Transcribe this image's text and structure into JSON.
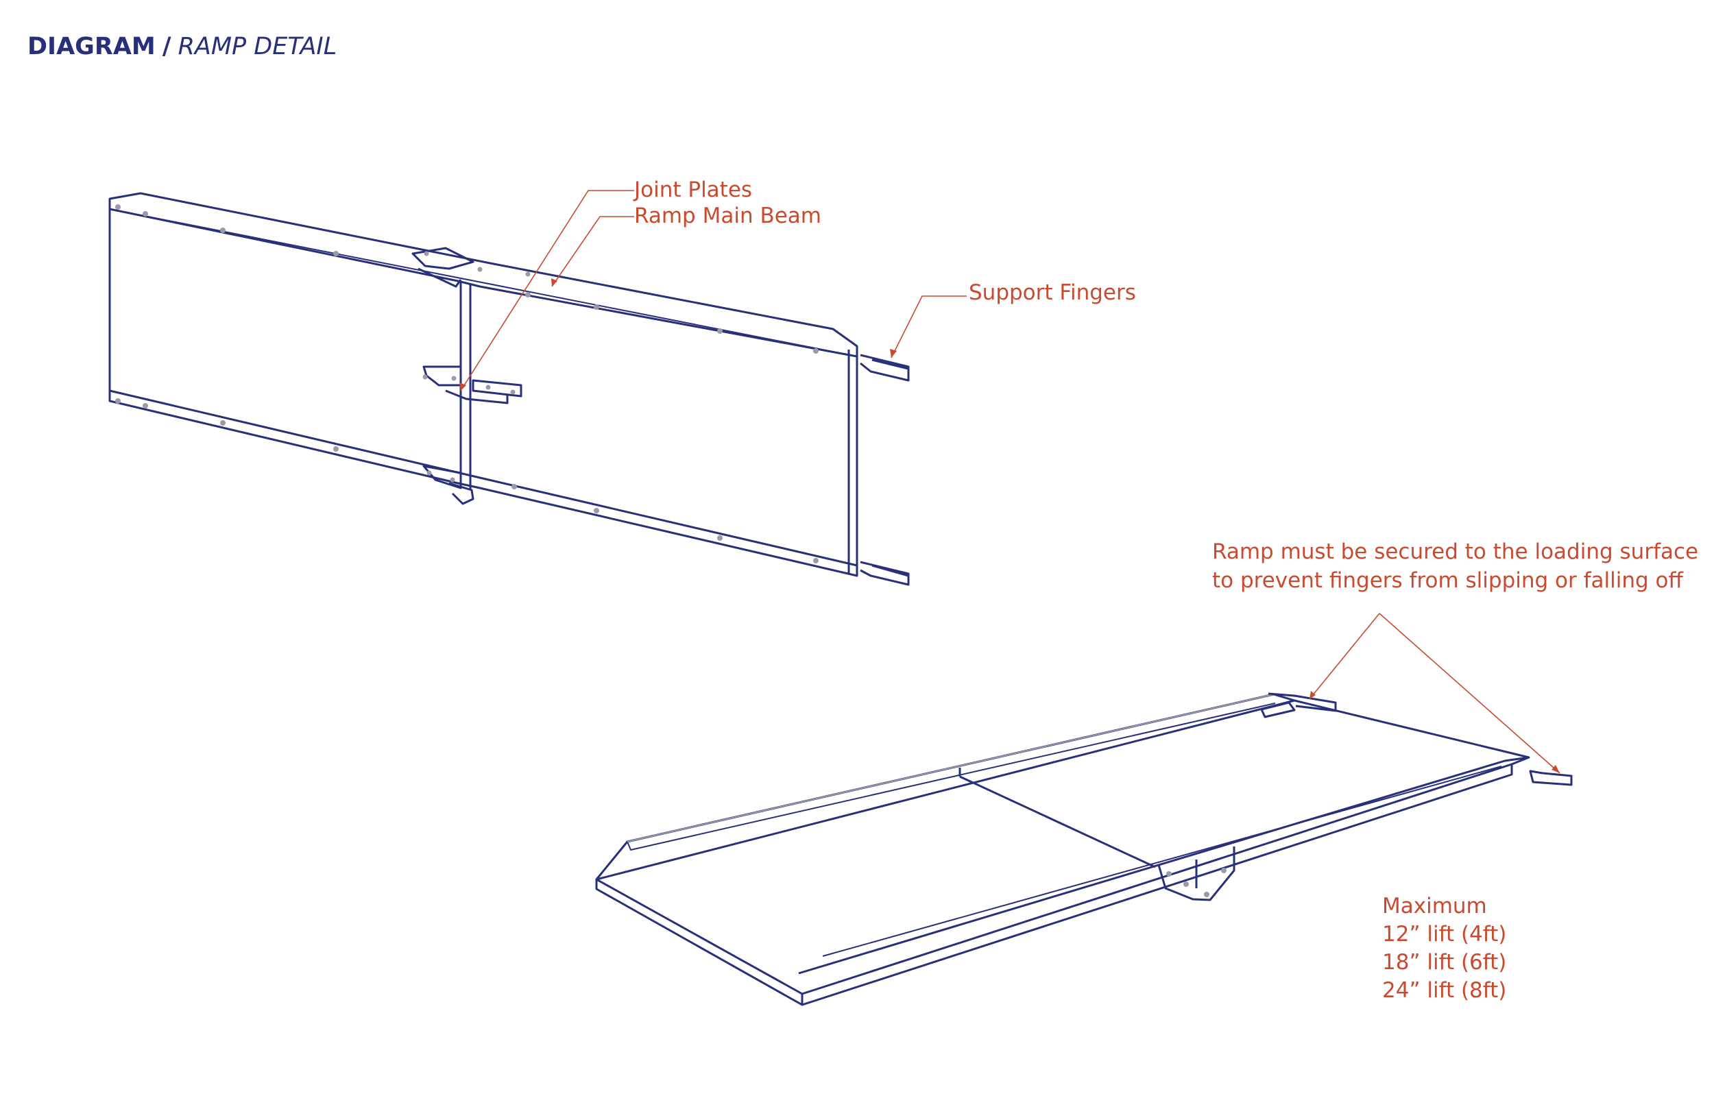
{
  "title": {
    "main": "DIAGRAM",
    "separator": "/",
    "sub": "RAMP DETAIL"
  },
  "labels": {
    "joint_plates": "Joint Plates",
    "ramp_main_beam": "Ramp Main Beam",
    "support_fingers": "Support Fingers",
    "secure_note_line1": "Ramp must be secured to the loading surface",
    "secure_note_line2": "to prevent fingers from slipping or falling off",
    "maximum_heading": "Maximum",
    "lift_options": [
      "12” lift (4ft)",
      "18” lift (6ft)",
      "24” lift (8ft)"
    ]
  },
  "colors": {
    "line": "#28307a",
    "label": "#c94a2e",
    "bolt": "#9a9aa8"
  }
}
